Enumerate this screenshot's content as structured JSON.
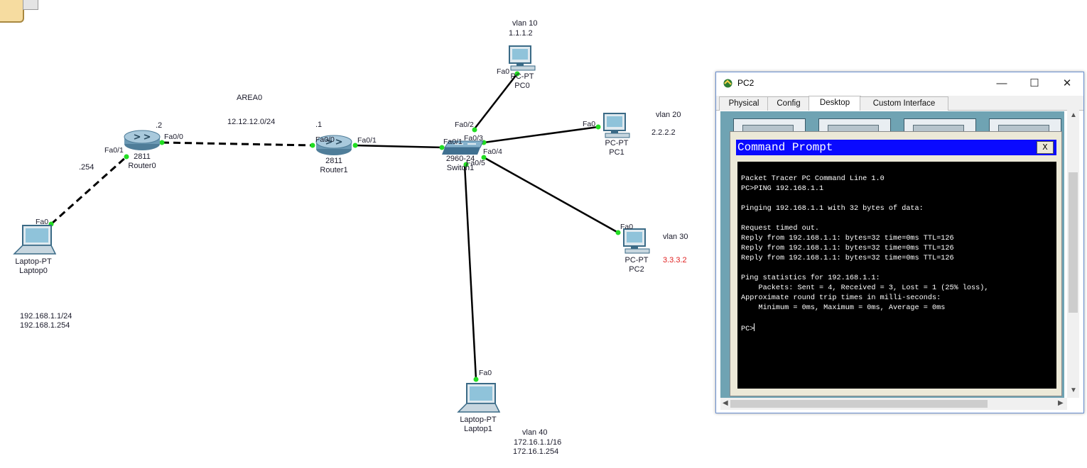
{
  "topology": {
    "notes": {
      "area": "AREA0",
      "link_r0_r1": "12.12.12.0/24",
      "r0_fa00_ip": ".2",
      "r1_fa00_ip": ".1",
      "r0_fa01_ip": ".254",
      "vlan10": "vlan 10",
      "vlan10_ip": "1.1.1.2",
      "vlan20": "vlan 20",
      "vlan20_ip": "2.2.2.2",
      "vlan30": "vlan 30",
      "vlan30_ip": "3.3.3.2",
      "vlan40": "vlan 40",
      "vlan40_ip": "172.16.1.1/16",
      "vlan40_gw": "172.16.1.254",
      "laptop0_ip": "192.168.1.1/24",
      "laptop0_gw": "192.168.1.254"
    },
    "devices": {
      "router0": {
        "model": "2811",
        "name": "Router0"
      },
      "router1": {
        "model": "2811",
        "name": "Router1"
      },
      "switch1": {
        "model": "2960-24",
        "name": "Switch1"
      },
      "pc0": {
        "model": "PC-PT",
        "name": "PC0"
      },
      "pc1": {
        "model": "PC-PT",
        "name": "PC1"
      },
      "pc2": {
        "model": "PC-PT",
        "name": "PC2"
      },
      "laptop0": {
        "model": "Laptop-PT",
        "name": "Laptop0"
      },
      "laptop1": {
        "model": "Laptop-PT",
        "name": "Laptop1"
      }
    },
    "ports": {
      "r0_fa00": "Fa0/0",
      "r0_fa01": "Fa0/1",
      "r1_fa00": "Fa0/0",
      "r1_fa01": "Fa0/1",
      "sw_fa01": "Fa0/1",
      "sw_fa02": "Fa0/2",
      "sw_fa03": "Fa0/3",
      "sw_fa04": "Fa0/4",
      "sw_fa05": "Fa0/5",
      "pc0_fa0": "Fa0",
      "pc1_fa0": "Fa0",
      "pc2_fa0": "Fa0",
      "laptop0_fa0": "Fa0",
      "laptop1_fa0": "Fa0"
    },
    "colors": {
      "link": "#000000",
      "link_up": "#22dd22",
      "highlight_ip": "#e02020"
    }
  },
  "window": {
    "title": "PC2",
    "controls": {
      "minimize": "—",
      "maximize": "☐",
      "close": "✕"
    },
    "tabs": [
      "Physical",
      "Config",
      "Desktop",
      "Custom Interface"
    ],
    "active_tab": "Desktop",
    "cmd": {
      "title": "Command Prompt",
      "close": "X",
      "lines": [
        "Packet Tracer PC Command Line 1.0",
        "PC>PING 192.168.1.1",
        "",
        "Pinging 192.168.1.1 with 32 bytes of data:",
        "",
        "Request timed out.",
        "Reply from 192.168.1.1: bytes=32 time=0ms TTL=126",
        "Reply from 192.168.1.1: bytes=32 time=0ms TTL=126",
        "Reply from 192.168.1.1: bytes=32 time=0ms TTL=126",
        "",
        "Ping statistics for 192.168.1.1:",
        "    Packets: Sent = 4, Received = 3, Lost = 1 (25% loss),",
        "Approximate round trip times in milli-seconds:",
        "    Minimum = 0ms, Maximum = 0ms, Average = 0ms",
        "",
        "PC>"
      ]
    }
  }
}
